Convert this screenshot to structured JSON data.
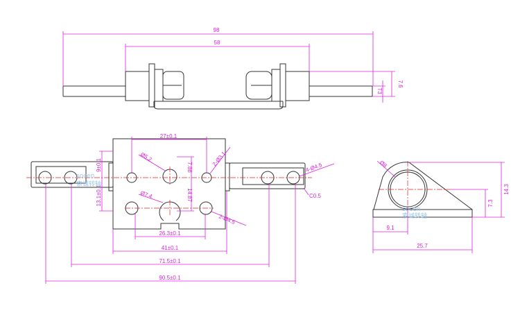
{
  "top_view": {
    "overall_length": "98",
    "shaft_span": "58",
    "height_dim": "7.6",
    "rod_dim": "T3"
  },
  "front_view": {
    "hole_pitch_top": "27±0.1",
    "hole_pitch_bottom": "26.3±0.1",
    "plate_width": "41±0.1",
    "tab_hole_span": "71.5±0.1",
    "outer_hole_span": "90.5±0.1",
    "upper_offset": "7.88",
    "vertical_spacing": "14.87",
    "left_upper": "9±0.1",
    "left_lower": "13.1±0.1",
    "big_hole_top": "Ø5.2",
    "big_hole_bottom": "Ø7.4",
    "small_holes_top": "2-Ø3.1",
    "small_holes_bottom": "2-Ø4.5",
    "tab_holes": "4-Ø4.5",
    "chamfer": "C0.5"
  },
  "side_view": {
    "bore": "Ø8",
    "height": "14.3",
    "center_height": "7.3",
    "center_offset": "9.1",
    "base_length": "25.7"
  },
  "watermark": {
    "brand": "socen",
    "brand_cn": "索诚转轴"
  }
}
